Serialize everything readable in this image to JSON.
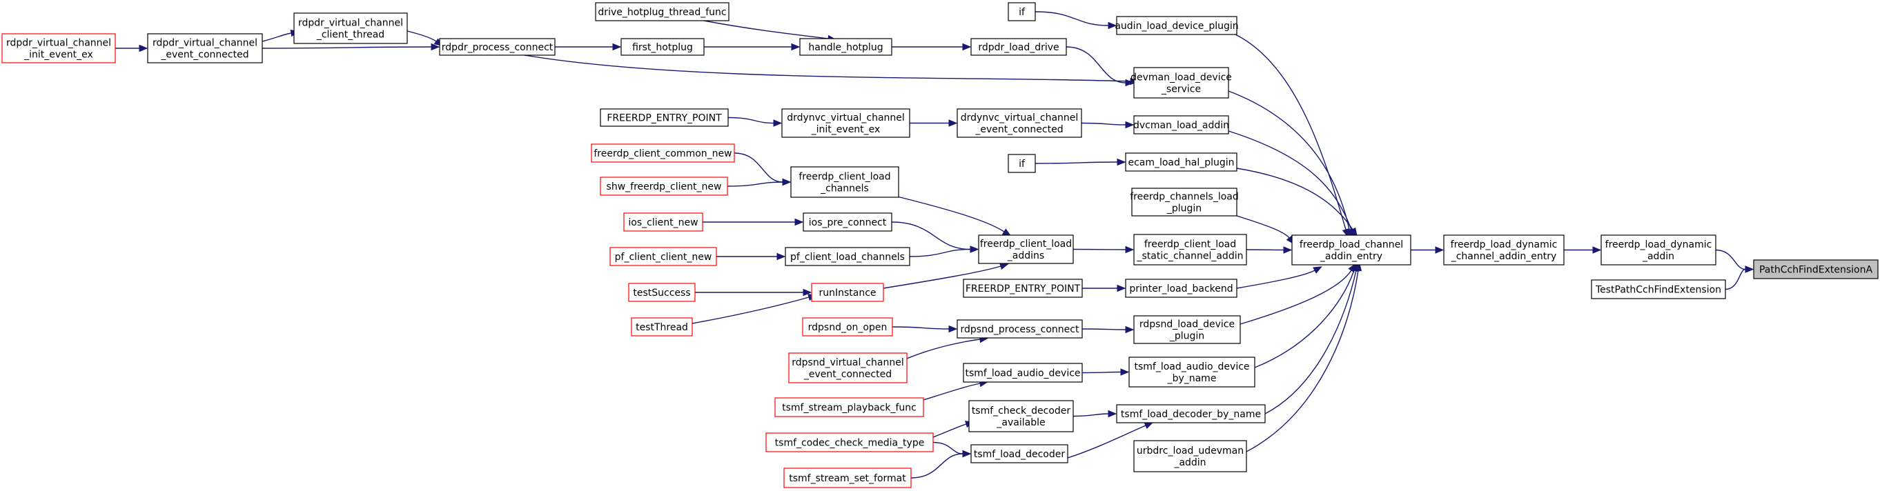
{
  "graph": {
    "edge_color": "#191970",
    "nodes": [
      {
        "id": "rdpdr_init",
        "lines": [
          "rdpdr_virtual_channel",
          "_init_event_ex"
        ],
        "border": "red"
      },
      {
        "id": "rdpdr_evt",
        "lines": [
          "rdpdr_virtual_channel",
          "_event_connected"
        ],
        "border": "black"
      },
      {
        "id": "rdpdr_thr",
        "lines": [
          "rdpdr_virtual_channel",
          "_client_thread"
        ],
        "border": "black"
      },
      {
        "id": "rdpdr_proc",
        "lines": [
          "rdpdr_process_connect"
        ],
        "border": "black"
      },
      {
        "id": "drive_hp",
        "lines": [
          "drive_hotplug_thread_func"
        ],
        "border": "black"
      },
      {
        "id": "first_hp",
        "lines": [
          "first_hotplug"
        ],
        "border": "black"
      },
      {
        "id": "handle_hp",
        "lines": [
          "handle_hotplug"
        ],
        "border": "black"
      },
      {
        "id": "rdpdr_load",
        "lines": [
          "rdpdr_load_drive"
        ],
        "border": "black"
      },
      {
        "id": "if1",
        "lines": [
          "if"
        ],
        "border": "black"
      },
      {
        "id": "audin",
        "lines": [
          "audin_load_device_plugin"
        ],
        "border": "black"
      },
      {
        "id": "devman",
        "lines": [
          "devman_load_device",
          "_service"
        ],
        "border": "black"
      },
      {
        "id": "fep1",
        "lines": [
          "FREERDP_ENTRY_POINT"
        ],
        "border": "black"
      },
      {
        "id": "drdynvc_init",
        "lines": [
          "drdynvc_virtual_channel",
          "_init_event_ex"
        ],
        "border": "black"
      },
      {
        "id": "drdynvc_evt",
        "lines": [
          "drdynvc_virtual_channel",
          "_event_connected"
        ],
        "border": "black"
      },
      {
        "id": "dvcman",
        "lines": [
          "dvcman_load_addin"
        ],
        "border": "black"
      },
      {
        "id": "if2",
        "lines": [
          "if"
        ],
        "border": "black"
      },
      {
        "id": "ecam",
        "lines": [
          "ecam_load_hal_plugin"
        ],
        "border": "black"
      },
      {
        "id": "fr_common",
        "lines": [
          "freerdp_client_common_new"
        ],
        "border": "red"
      },
      {
        "id": "shw",
        "lines": [
          "shw_freerdp_client_new"
        ],
        "border": "red"
      },
      {
        "id": "fcl_channels",
        "lines": [
          "freerdp_client_load",
          "_channels"
        ],
        "border": "black"
      },
      {
        "id": "chan_plugin",
        "lines": [
          "freerdp_channels_load",
          "_plugin"
        ],
        "border": "black"
      },
      {
        "id": "ios_new",
        "lines": [
          "ios_client_new"
        ],
        "border": "red"
      },
      {
        "id": "ios_pre",
        "lines": [
          "ios_pre_connect"
        ],
        "border": "black"
      },
      {
        "id": "fcl_addins",
        "lines": [
          "freerdp_client_load",
          "_addins"
        ],
        "border": "black"
      },
      {
        "id": "fcl_static",
        "lines": [
          "freerdp_client_load",
          "_static_channel_addin"
        ],
        "border": "black"
      },
      {
        "id": "addin_entry",
        "lines": [
          "freerdp_load_channel",
          "_addin_entry"
        ],
        "border": "black"
      },
      {
        "id": "dyn_entry",
        "lines": [
          "freerdp_load_dynamic",
          "_channel_addin_entry"
        ],
        "border": "black"
      },
      {
        "id": "dyn_addin",
        "lines": [
          "freerdp_load_dynamic",
          "_addin"
        ],
        "border": "black"
      },
      {
        "id": "pathcch",
        "lines": [
          "PathCchFindExtensionA"
        ],
        "border": "black",
        "highlight": true
      },
      {
        "id": "testpath",
        "lines": [
          "TestPathCchFindExtension"
        ],
        "border": "black"
      },
      {
        "id": "pf_new",
        "lines": [
          "pf_client_client_new"
        ],
        "border": "red"
      },
      {
        "id": "pf_load",
        "lines": [
          "pf_client_load_channels"
        ],
        "border": "black"
      },
      {
        "id": "testSuccess",
        "lines": [
          "testSuccess"
        ],
        "border": "red"
      },
      {
        "id": "runInstance",
        "lines": [
          "runInstance"
        ],
        "border": "red"
      },
      {
        "id": "testThread",
        "lines": [
          "testThread"
        ],
        "border": "red"
      },
      {
        "id": "fep2",
        "lines": [
          "FREERDP_ENTRY_POINT"
        ],
        "border": "black"
      },
      {
        "id": "printer",
        "lines": [
          "printer_load_backend"
        ],
        "border": "black"
      },
      {
        "id": "rdpsnd_open",
        "lines": [
          "rdpsnd_on_open"
        ],
        "border": "red"
      },
      {
        "id": "rdpsnd_proc",
        "lines": [
          "rdpsnd_process_connect"
        ],
        "border": "black"
      },
      {
        "id": "rdpsnd_load",
        "lines": [
          "rdpsnd_load_device",
          "_plugin"
        ],
        "border": "black"
      },
      {
        "id": "rdpsnd_vc",
        "lines": [
          "rdpsnd_virtual_channel",
          "_event_connected"
        ],
        "border": "red"
      },
      {
        "id": "tsmf_audio",
        "lines": [
          "tsmf_load_audio_device"
        ],
        "border": "black"
      },
      {
        "id": "tsmf_audio_name",
        "lines": [
          "tsmf_load_audio_device",
          "_by_name"
        ],
        "border": "black"
      },
      {
        "id": "tsmf_playback",
        "lines": [
          "tsmf_stream_playback_func"
        ],
        "border": "red"
      },
      {
        "id": "tsmf_check",
        "lines": [
          "tsmf_check_decoder",
          "_available"
        ],
        "border": "black"
      },
      {
        "id": "tsmf_dec_name",
        "lines": [
          "tsmf_load_decoder_by_name"
        ],
        "border": "black"
      },
      {
        "id": "tsmf_codec",
        "lines": [
          "tsmf_codec_check_media_type"
        ],
        "border": "red"
      },
      {
        "id": "tsmf_load_dec",
        "lines": [
          "tsmf_load_decoder"
        ],
        "border": "black"
      },
      {
        "id": "urbdrc",
        "lines": [
          "urbdrc_load_udevman",
          "_addin"
        ],
        "border": "black"
      },
      {
        "id": "tsmf_set",
        "lines": [
          "tsmf_stream_set_format"
        ],
        "border": "red"
      }
    ],
    "edges": [
      [
        "rdpdr_init",
        "rdpdr_evt"
      ],
      [
        "rdpdr_evt",
        "rdpdr_thr"
      ],
      [
        "rdpdr_evt",
        "rdpdr_proc"
      ],
      [
        "rdpdr_thr",
        "rdpdr_proc"
      ],
      [
        "rdpdr_proc",
        "first_hp"
      ],
      [
        "rdpdr_proc",
        "devman"
      ],
      [
        "drive_hp",
        "handle_hp"
      ],
      [
        "first_hp",
        "handle_hp"
      ],
      [
        "handle_hp",
        "rdpdr_load"
      ],
      [
        "rdpdr_load",
        "devman"
      ],
      [
        "if1",
        "audin"
      ],
      [
        "audin",
        "addin_entry"
      ],
      [
        "devman",
        "addin_entry"
      ],
      [
        "fep1",
        "drdynvc_init"
      ],
      [
        "drdynvc_init",
        "drdynvc_evt"
      ],
      [
        "drdynvc_evt",
        "dvcman"
      ],
      [
        "dvcman",
        "addin_entry"
      ],
      [
        "if2",
        "ecam"
      ],
      [
        "ecam",
        "addin_entry"
      ],
      [
        "fr_common",
        "fcl_channels"
      ],
      [
        "shw",
        "fcl_channels"
      ],
      [
        "fcl_channels",
        "fcl_addins"
      ],
      [
        "ios_new",
        "ios_pre"
      ],
      [
        "ios_pre",
        "fcl_addins"
      ],
      [
        "pf_new",
        "pf_load"
      ],
      [
        "pf_load",
        "fcl_addins"
      ],
      [
        "runInstance",
        "fcl_addins"
      ],
      [
        "testSuccess",
        "runInstance"
      ],
      [
        "testThread",
        "runInstance"
      ],
      [
        "fcl_addins",
        "fcl_static"
      ],
      [
        "chan_plugin",
        "addin_entry"
      ],
      [
        "fcl_static",
        "addin_entry"
      ],
      [
        "fep2",
        "printer"
      ],
      [
        "printer",
        "addin_entry"
      ],
      [
        "rdpsnd_open",
        "rdpsnd_proc"
      ],
      [
        "rdpsnd_vc",
        "rdpsnd_proc"
      ],
      [
        "rdpsnd_proc",
        "rdpsnd_load"
      ],
      [
        "rdpsnd_load",
        "addin_entry"
      ],
      [
        "tsmf_playback",
        "tsmf_audio"
      ],
      [
        "tsmf_audio",
        "tsmf_audio_name"
      ],
      [
        "tsmf_audio_name",
        "addin_entry"
      ],
      [
        "tsmf_codec",
        "tsmf_check"
      ],
      [
        "tsmf_codec",
        "tsmf_load_dec"
      ],
      [
        "tsmf_set",
        "tsmf_load_dec"
      ],
      [
        "tsmf_check",
        "tsmf_dec_name"
      ],
      [
        "tsmf_load_dec",
        "tsmf_dec_name"
      ],
      [
        "tsmf_dec_name",
        "addin_entry"
      ],
      [
        "urbdrc",
        "addin_entry"
      ],
      [
        "addin_entry",
        "dyn_entry"
      ],
      [
        "dyn_entry",
        "dyn_addin"
      ],
      [
        "dyn_addin",
        "pathcch"
      ],
      [
        "testpath",
        "pathcch"
      ]
    ]
  }
}
